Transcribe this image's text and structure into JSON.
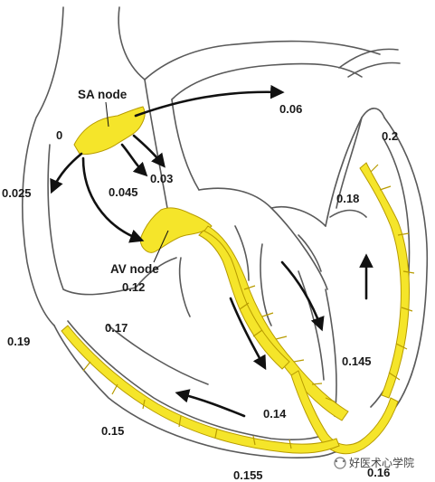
{
  "nodes": {
    "sa_node": "SA node",
    "av_node": "AV node"
  },
  "times": {
    "t_0": "0",
    "t_006": "0.06",
    "t_0025": "0.025",
    "t_003": "0.03",
    "t_0045": "0.045",
    "t_012": "0.12",
    "t_02": "0.2",
    "t_018": "0.18",
    "t_017": "0.17",
    "t_019": "0.19",
    "t_0145": "0.145",
    "t_014": "0.14",
    "t_015": "0.15",
    "t_0155": "0.155",
    "t_016": "0.16"
  },
  "watermark": "好医术心学院",
  "colors": {
    "conduction": "#f5e52a",
    "conduction_edge": "#b79b00",
    "outline": "#555555",
    "arrow": "#111111"
  }
}
